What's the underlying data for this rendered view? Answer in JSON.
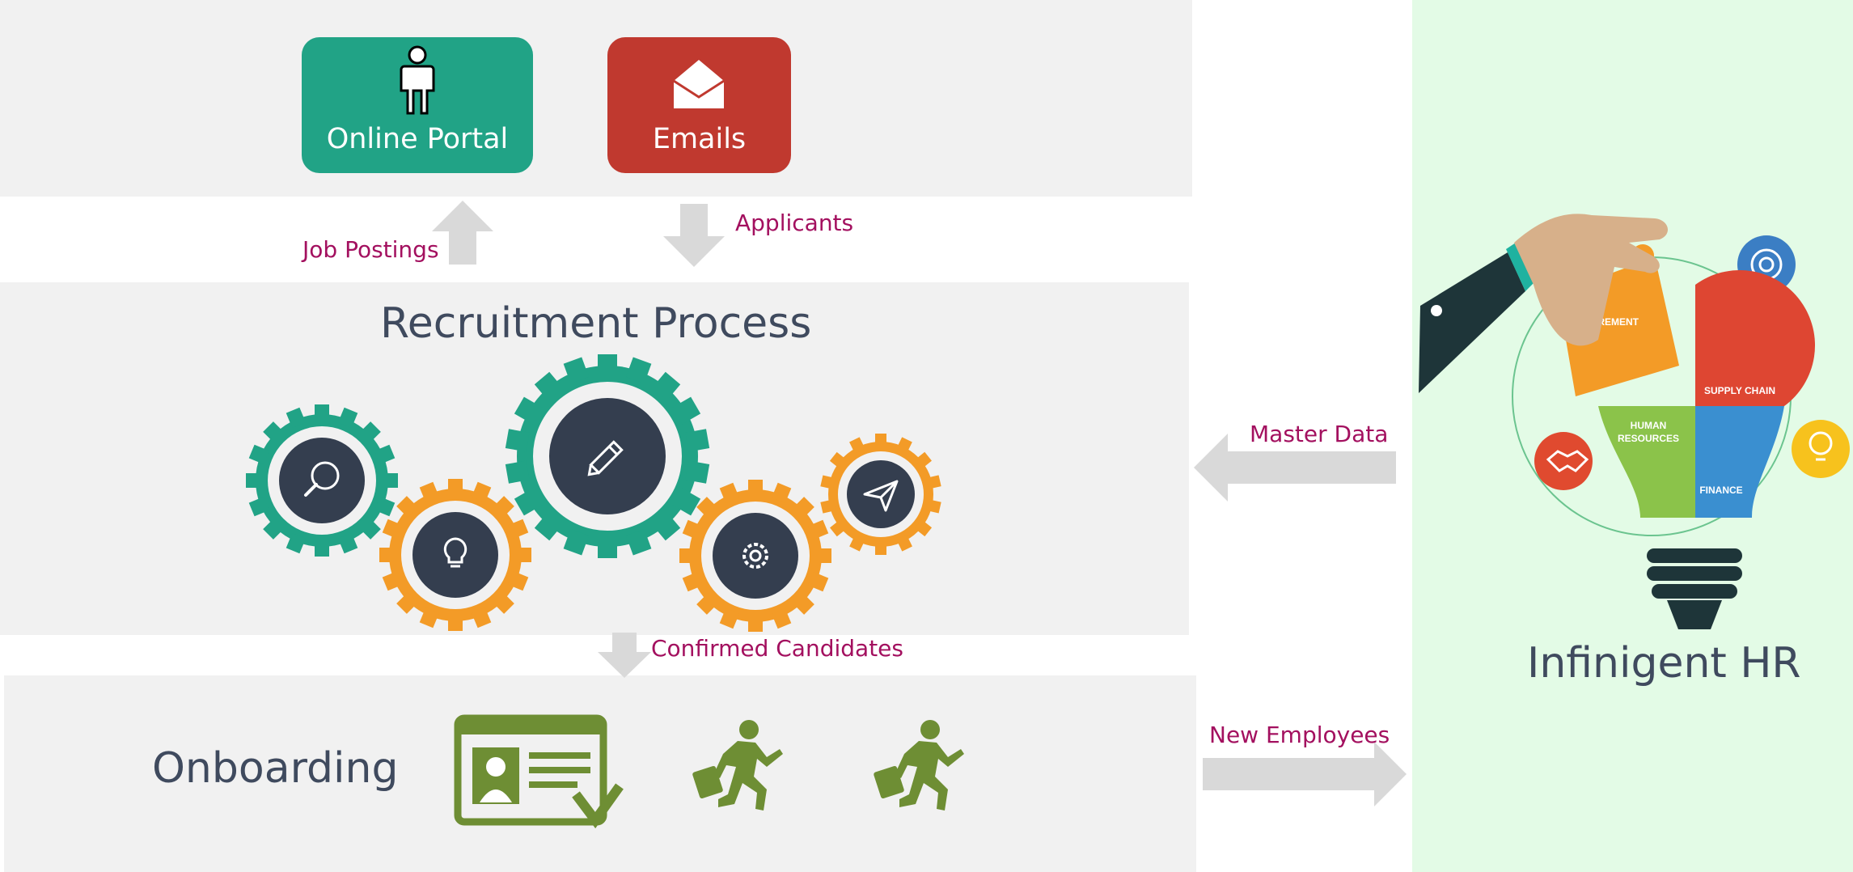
{
  "channels": {
    "portal_label": "Online Portal",
    "emails_label": "Emails"
  },
  "flows": {
    "job_postings": "Job Postings",
    "applicants": "Applicants",
    "confirmed_candidates": "Confirmed Candidates",
    "master_data": "Master Data",
    "new_employees": "New Employees"
  },
  "recruitment": {
    "title": "Recruitment Process",
    "gear_icons": [
      "magnifier-icon",
      "lightbulb-icon",
      "pencil-icon",
      "settings-icon",
      "paper-plane-icon"
    ]
  },
  "onboarding": {
    "title": "Onboarding",
    "icons": [
      "id-card-icon",
      "running-person-icon",
      "running-person-icon"
    ]
  },
  "hr": {
    "title": "Infinigent HR",
    "puzzle_labels": {
      "procurement": "PROCUREMENT",
      "supply_chain": "SUPPLY CHAIN",
      "human_resources_1": "HUMAN",
      "human_resources_2": "RESOURCES",
      "finance": "FINANCE"
    }
  },
  "colors": {
    "panel": "#f1f1f1",
    "teal": "#21a386",
    "red": "#c0392f",
    "orange": "#f39b27",
    "dark": "#343e4f",
    "green_icon": "#6e8e34",
    "flow_text": "#a3105f",
    "arrow": "#d9d9d9",
    "hr_bg": "#e3fbe6"
  }
}
